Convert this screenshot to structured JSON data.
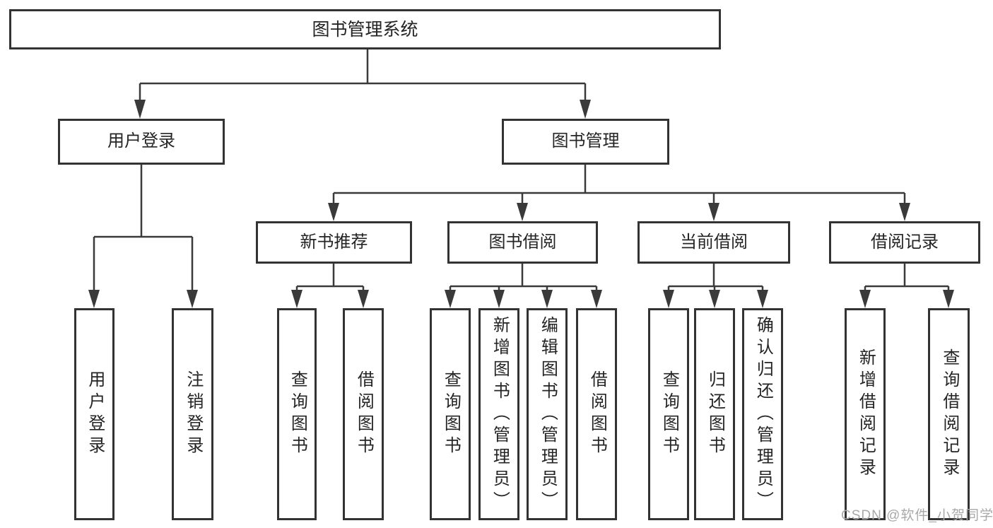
{
  "colors": {
    "background": "#ffffff",
    "line": "#3a3a3a",
    "border": "#333333",
    "text": "#242424",
    "watermark": "#a9a9a9"
  },
  "watermark": {
    "text": "CSDN @软件_小贺同学"
  },
  "nodes": {
    "root": {
      "label": "图书管理系统"
    },
    "level1": [
      {
        "label": "用户登录"
      },
      {
        "label": "图书管理"
      }
    ],
    "level2": [
      {
        "label": "新书推荐",
        "parent": "图书管理"
      },
      {
        "label": "图书借阅",
        "parent": "图书管理"
      },
      {
        "label": "当前借阅",
        "parent": "图书管理"
      },
      {
        "label": "借阅记录",
        "parent": "图书管理"
      }
    ],
    "leaves": [
      {
        "label": "用户登录",
        "parent": "用户登录"
      },
      {
        "label": "注销登录",
        "parent": "用户登录"
      },
      {
        "label": "查询图书",
        "parent": "新书推荐"
      },
      {
        "label": "借阅图书",
        "parent": "新书推荐"
      },
      {
        "label": "查询图书",
        "parent": "图书借阅"
      },
      {
        "label": "新增图书（管理员）",
        "parent": "图书借阅"
      },
      {
        "label": "编辑图书（管理员）",
        "parent": "图书借阅"
      },
      {
        "label": "借阅图书",
        "parent": "图书借阅"
      },
      {
        "label": "查询图书",
        "parent": "当前借阅"
      },
      {
        "label": "归还图书",
        "parent": "当前借阅"
      },
      {
        "label": "确认归还（管理员）",
        "parent": "当前借阅"
      },
      {
        "label": "新增借阅记录",
        "parent": "借阅记录"
      },
      {
        "label": "查询借阅记录",
        "parent": "借阅记录"
      }
    ]
  }
}
